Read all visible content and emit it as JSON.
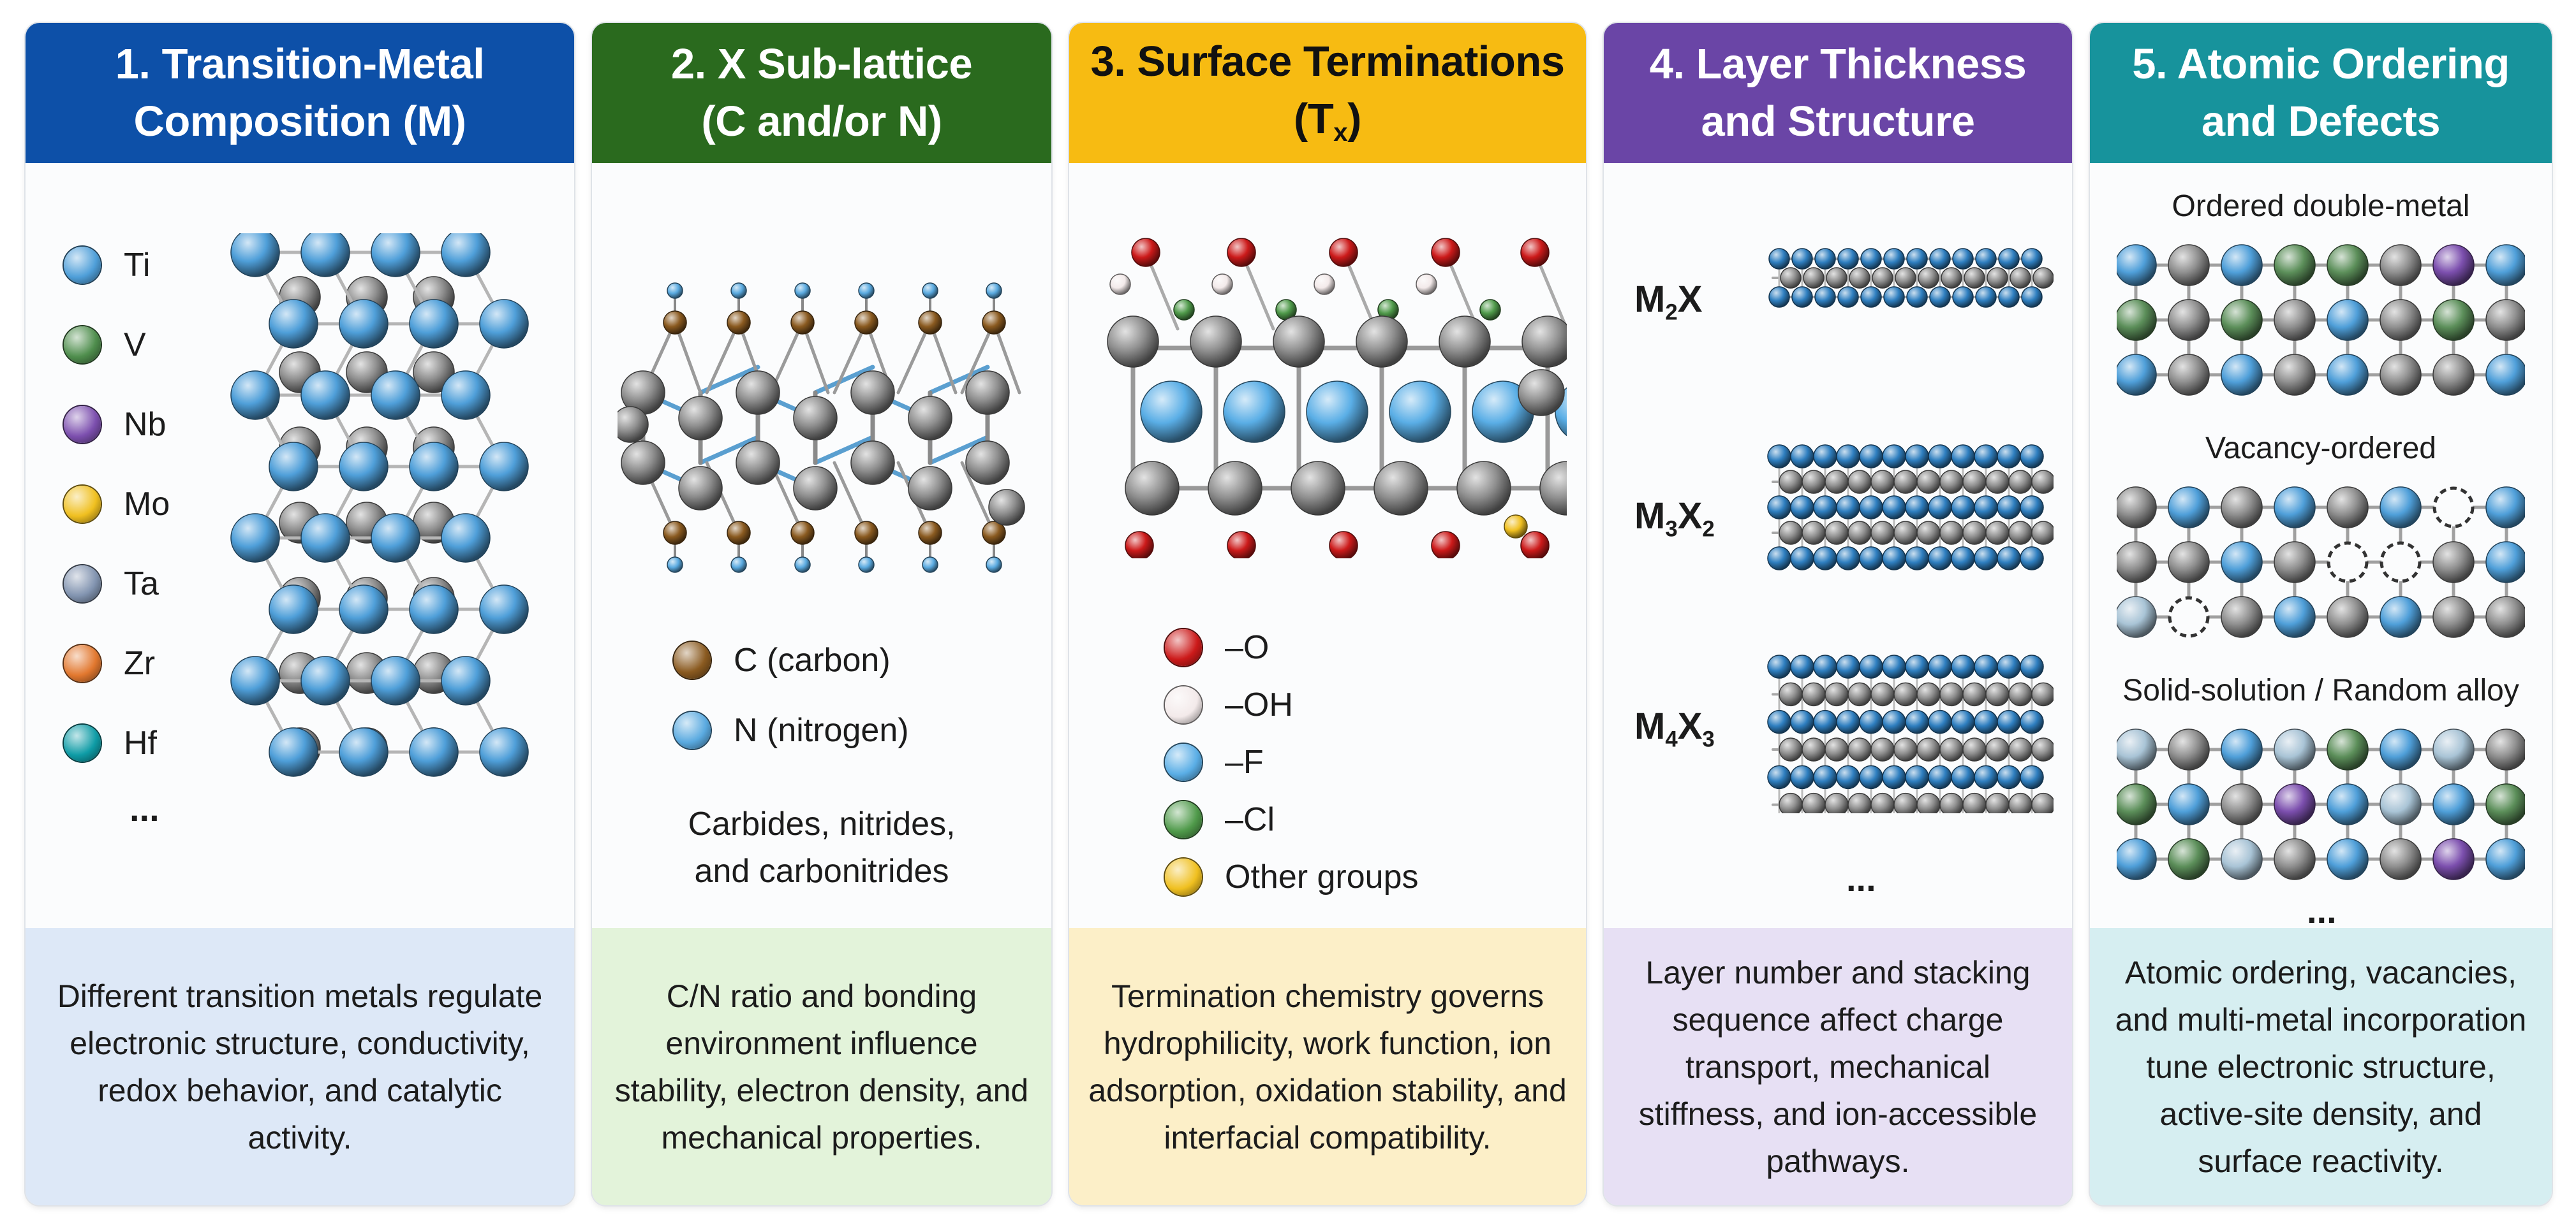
{
  "colors": {
    "header_1": "#0d50a8",
    "header_2": "#2a6a1e",
    "header_3": "#f7bb12",
    "header_4": "#6a45a6",
    "header_5": "#17939c",
    "foot_1": "#dde8f7",
    "foot_2": "#e3f3da",
    "foot_3": "#fcefc8",
    "foot_4": "#e7e0f4",
    "foot_5": "#d6eef1"
  },
  "panels": [
    {
      "title_line1": "1. Transition-Metal",
      "title_line2": "Composition (M)",
      "legend": [
        {
          "label": "Ti",
          "color": "#4f9fd9"
        },
        {
          "label": "V",
          "color": "#4f8e4d"
        },
        {
          "label": "Nb",
          "color": "#7c4fae"
        },
        {
          "label": "Mo",
          "color": "#f0c020"
        },
        {
          "label": "Ta",
          "color": "#8294b0"
        },
        {
          "label": "Zr",
          "color": "#e2782f"
        },
        {
          "label": "Hf",
          "color": "#0f9ca6"
        }
      ],
      "ellipsis": "...",
      "footer": "Different transition metals regulate electronic structure, conductivity, redox behavior, and catalytic activity."
    },
    {
      "title_line1": "2. X Sub-lattice",
      "title_line2": "(C and/or N)",
      "legend": [
        {
          "label": "C (carbon)",
          "color": "#8a5a20"
        },
        {
          "label": "N (nitrogen)",
          "color": "#5aaae0"
        }
      ],
      "caption": "Carbides, nitrides, and carbonitrides",
      "footer": "C/N ratio and bonding environment influence stability, electron density, and mechanical properties."
    },
    {
      "title_line1": "3. Surface Terminations",
      "title_main": "(T",
      "title_sub": "x",
      "title_close": ")",
      "legend": [
        {
          "label": "–O",
          "color": "#cc1a1a"
        },
        {
          "label": "–OH",
          "color": "#f3eaea"
        },
        {
          "label": "–F",
          "color": "#5aaee6"
        },
        {
          "label": "–Cl",
          "color": "#4f9a4a"
        },
        {
          "label": "Other groups",
          "color": "#f0c020"
        }
      ],
      "footer": "Termination chemistry governs hydrophilicity, work function, ion adsorption, oxidation stability, and interfacial compatibility."
    },
    {
      "title_line1": "4. Layer Thickness",
      "title_line2": "and Structure",
      "layers": [
        {
          "m": "M",
          "m_sub": "2",
          "x": "X",
          "x_sub": ""
        },
        {
          "m": "M",
          "m_sub": "3",
          "x": "X",
          "x_sub": "2"
        },
        {
          "m": "M",
          "m_sub": "4",
          "x": "X",
          "x_sub": "3"
        }
      ],
      "ellipsis": "...",
      "footer": "Layer number and stacking sequence affect charge transport, mechanical stiffness, and ion-accessible pathways."
    },
    {
      "title_line1": "5. Atomic Ordering",
      "title_line2": "and Defects",
      "sections": [
        {
          "label": "Ordered double-metal"
        },
        {
          "label": "Vacancy-ordered"
        },
        {
          "label": "Solid-solution / Random alloy"
        }
      ],
      "ellipsis": "...",
      "footer": "Atomic ordering, vacancies, and multi-metal incorporation tune electronic structure, active-site density, and surface reactivity."
    }
  ]
}
